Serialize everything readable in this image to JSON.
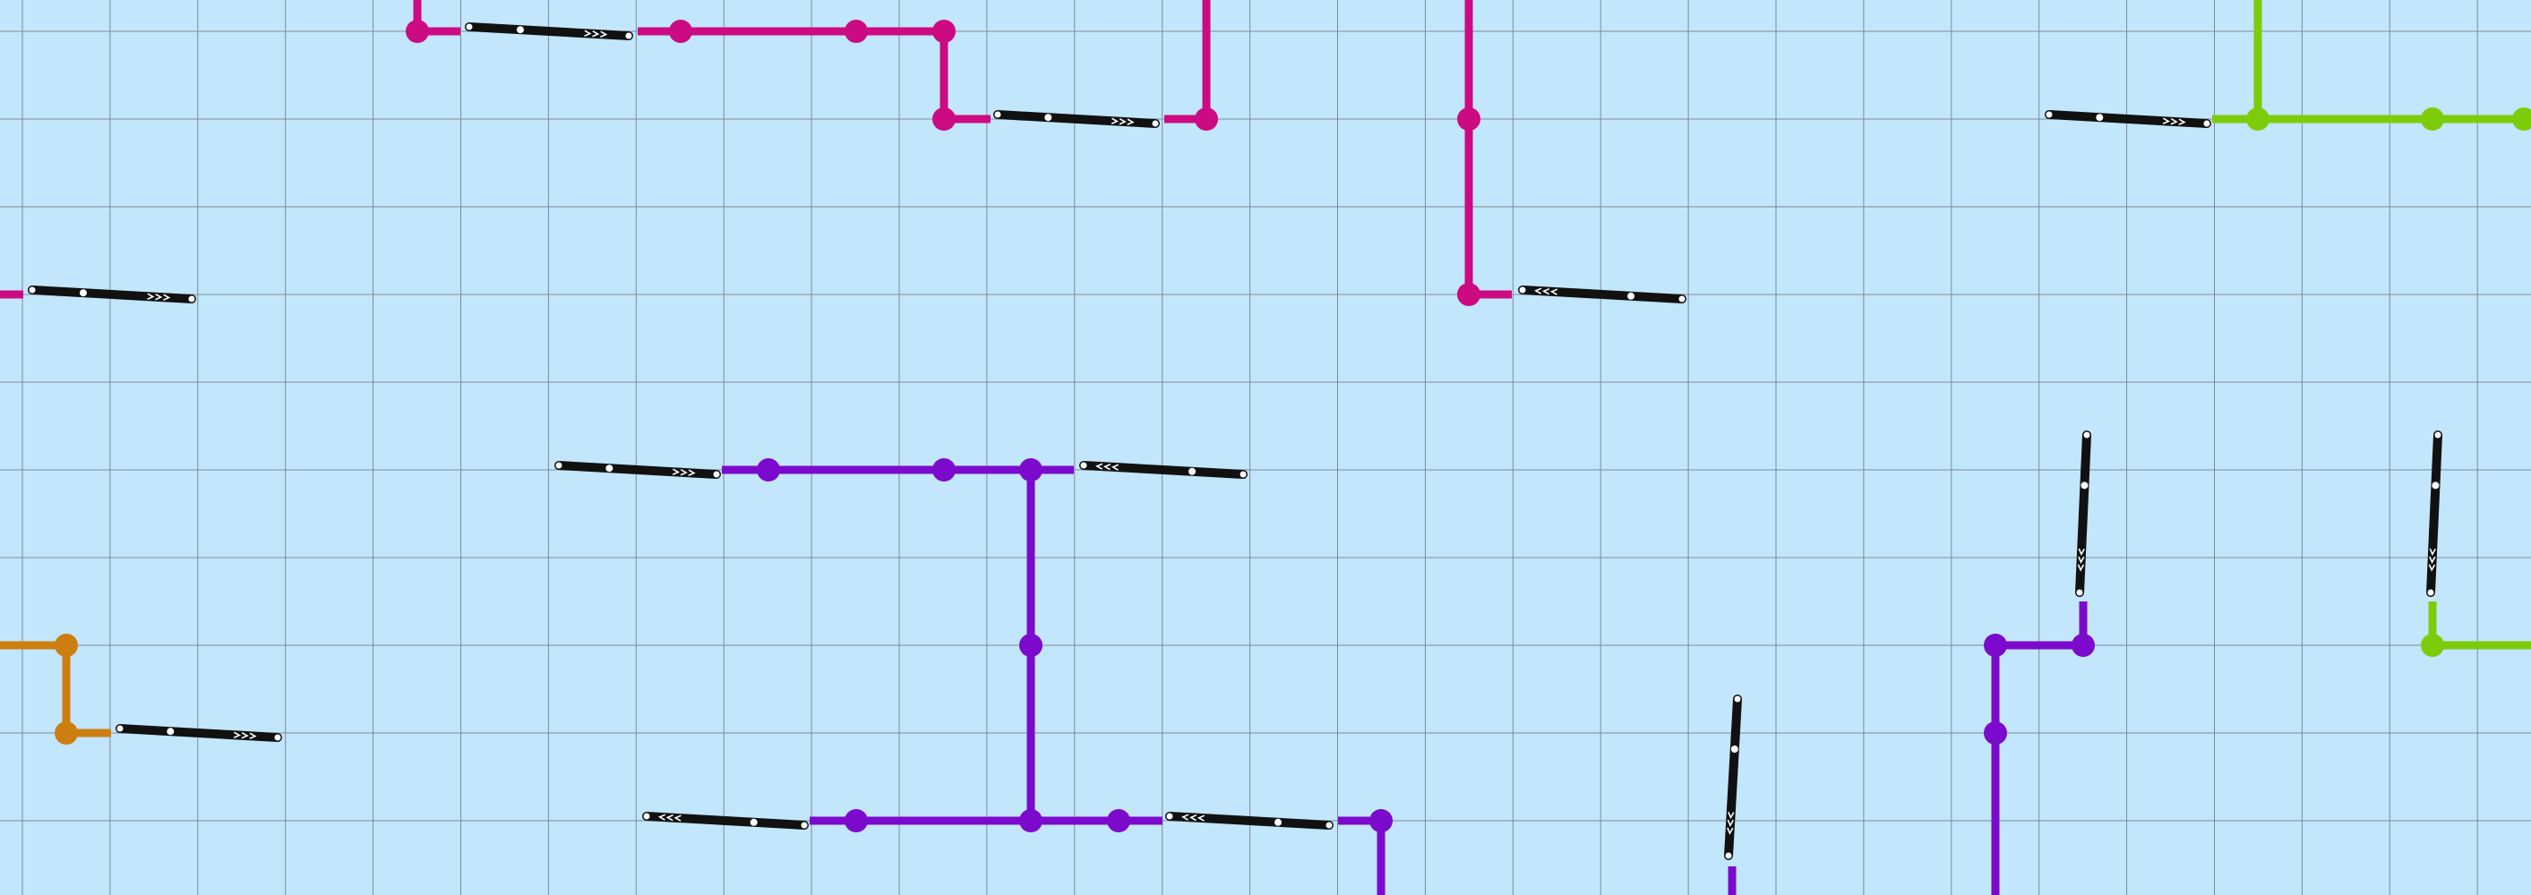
{
  "colors": {
    "background": "#c2e6fc",
    "grid": "#7f8c96",
    "magenta": "#cc0a82",
    "purple": "#7c0acc",
    "orange": "#cc7f10",
    "green": "#7ccc0a",
    "platform": "#111111"
  },
  "lines": [
    {
      "name": "magenta",
      "color": "#cc0a82"
    },
    {
      "name": "purple",
      "color": "#7c0acc"
    },
    {
      "name": "orange",
      "color": "#cc7f10"
    },
    {
      "name": "green",
      "color": "#7ccc0a"
    }
  ],
  "icons": [
    "station-icon",
    "platform-icon",
    "direction-chevron-icon"
  ]
}
